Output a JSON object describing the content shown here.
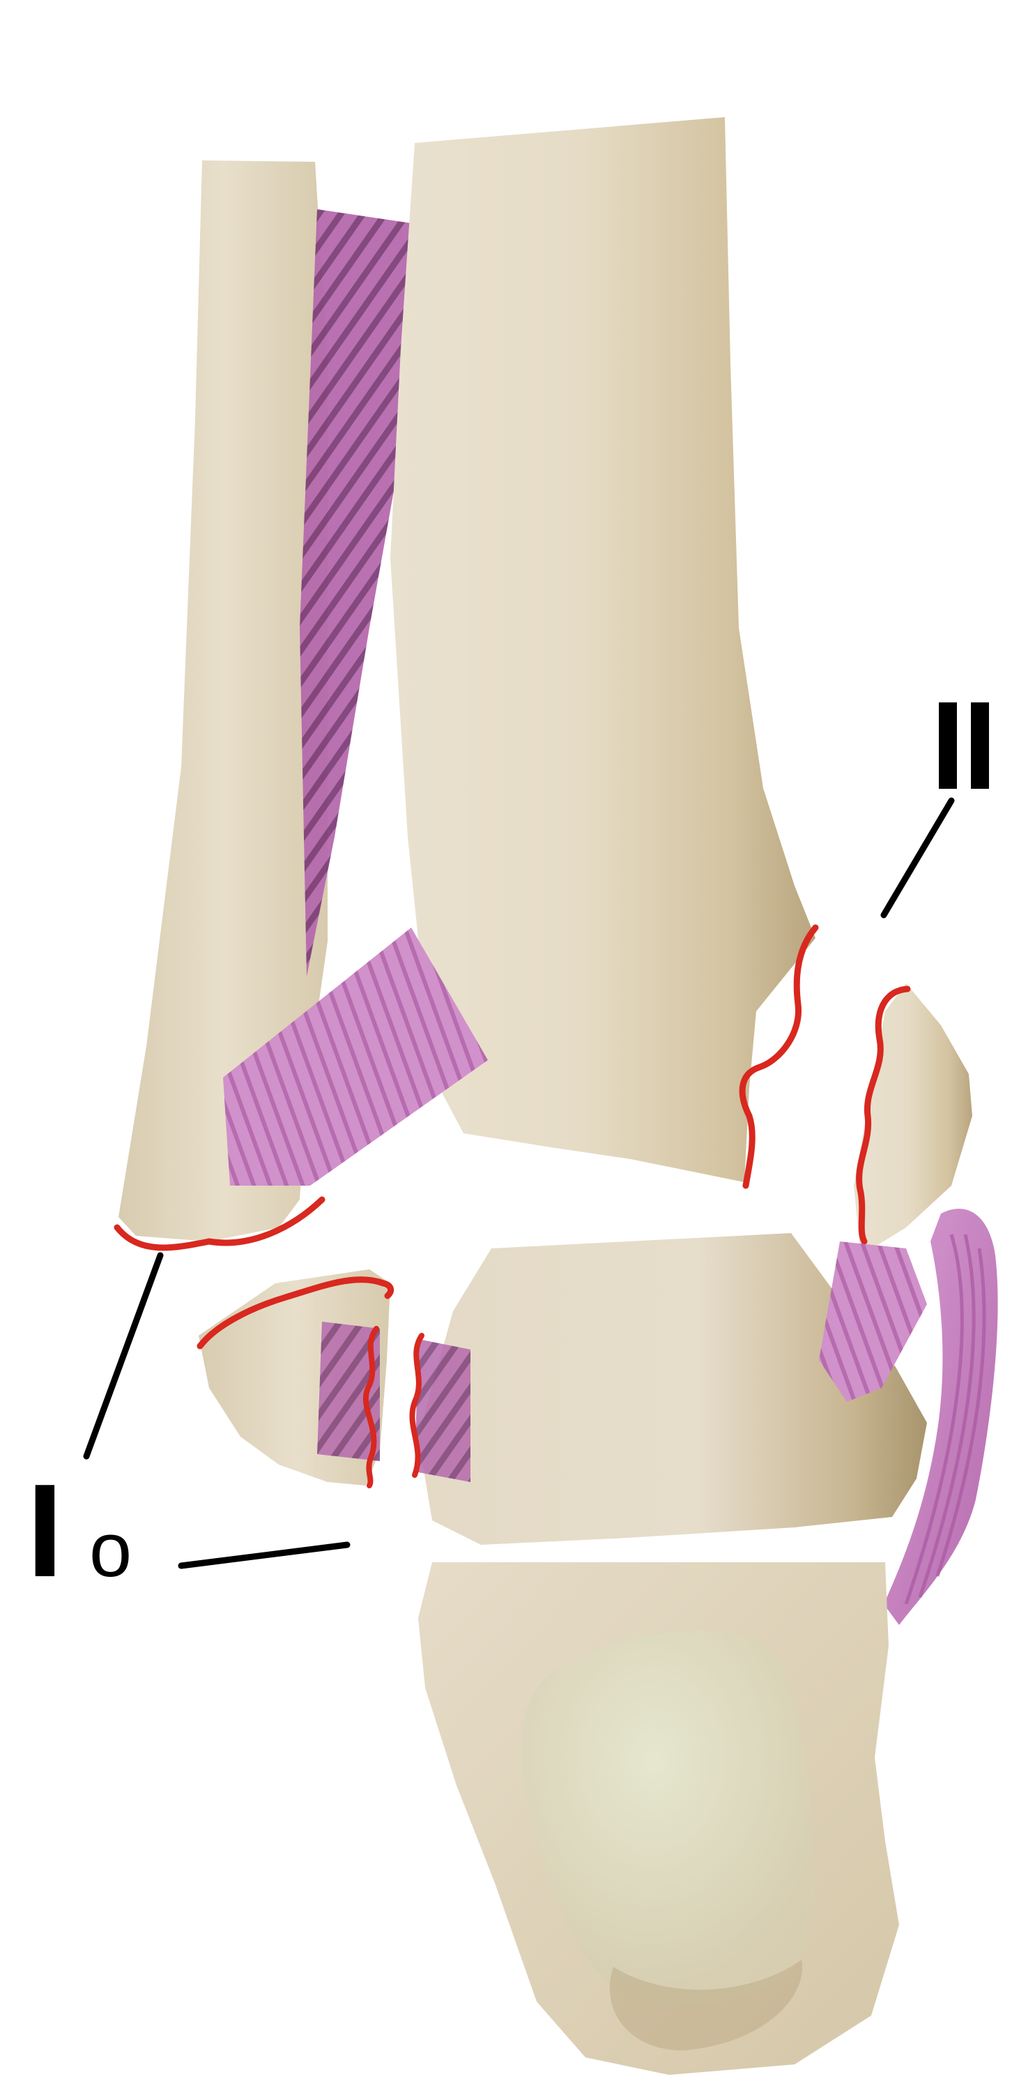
{
  "labels": {
    "roman_two": "II",
    "roman_one": "I",
    "sub_o": "o"
  },
  "colors": {
    "bone_light": "#ece4d3",
    "bone_mid": "#d9cdb2",
    "bone_dark": "#b8a47e",
    "ligament": "#c77bbf",
    "ligament_dark": "#8e4a86",
    "fracture_line": "#d8281f",
    "pointer_line": "#000000"
  },
  "icons": [
    "tibia-bone",
    "fibula-bone",
    "talus-bone",
    "calcaneus-bone",
    "ligament",
    "fracture-line",
    "pointer-line"
  ]
}
